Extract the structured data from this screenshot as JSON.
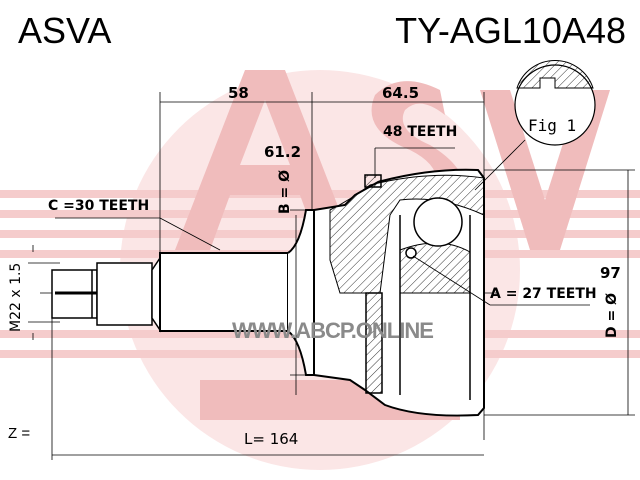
{
  "header": {
    "brand": "ASVA",
    "part_number": "TY-AGL10A48"
  },
  "dimensions": {
    "shaft_length": "58",
    "housing_length": "64.5",
    "total_length": "L= 164",
    "diameter_b_label": "B = Ø",
    "diameter_b_value": "61.2",
    "diameter_d_label": "D = Ø",
    "diameter_d_value": "97",
    "thread": "M22 x 1.5",
    "z_label": "Z ="
  },
  "callouts": {
    "abs_teeth": "48 TEETH",
    "outer_teeth": "C =30 TEETH",
    "inner_teeth": "A = 27 TEETH",
    "figure": "Fig 1"
  },
  "watermark": {
    "url": "WWW.ABCP.ONLINE"
  },
  "colors": {
    "logo": "#f2c6c6",
    "line": "#000000"
  }
}
